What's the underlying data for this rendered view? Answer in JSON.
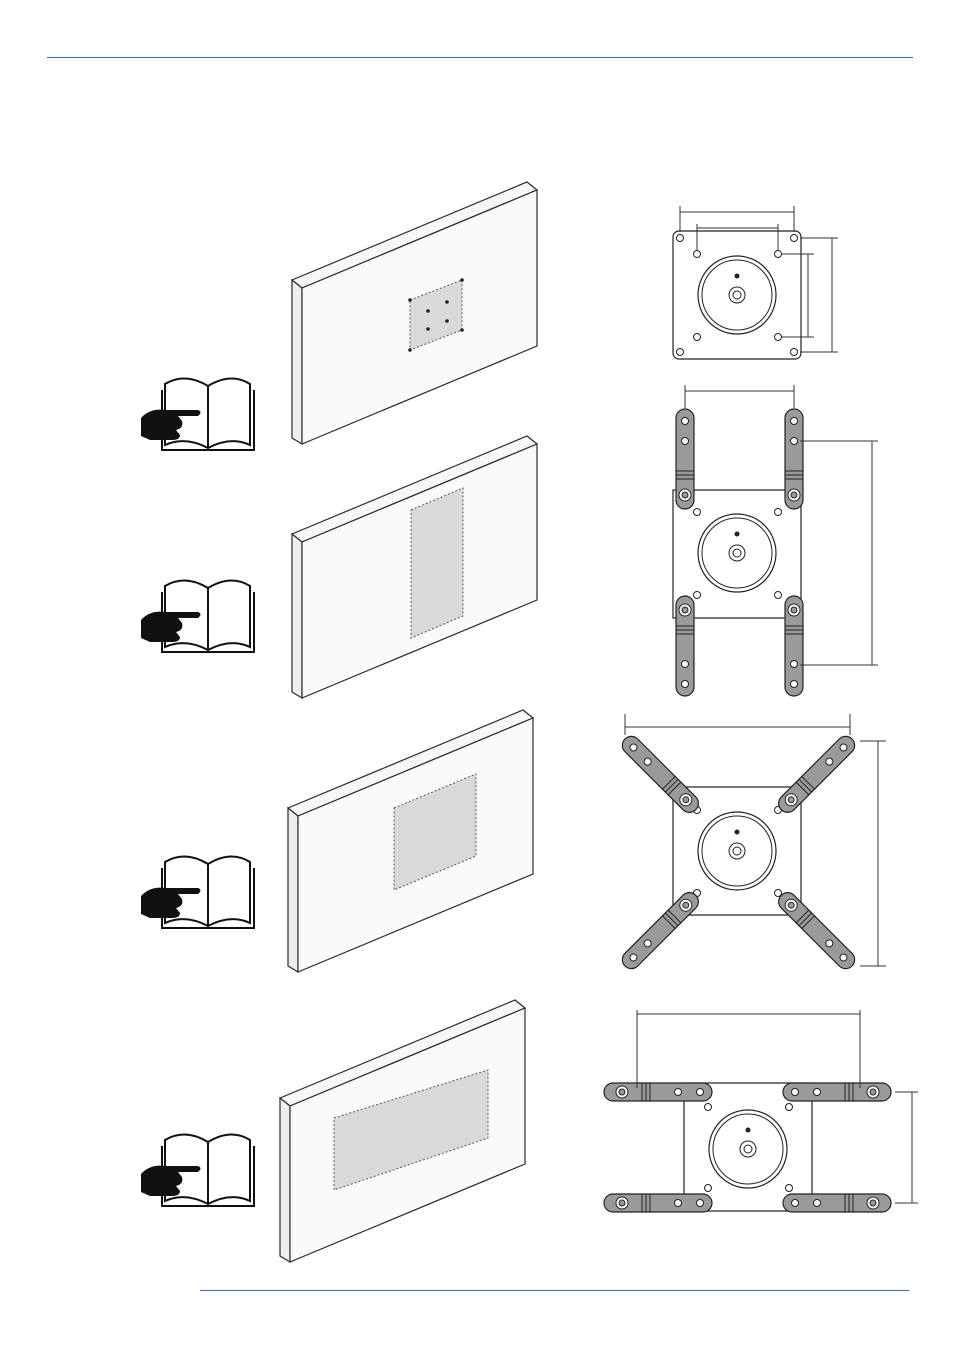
{
  "page": {
    "rule_color": "#3b6aa3",
    "bg": "#ffffff"
  },
  "colors": {
    "panel_fill": "#f7f7f7",
    "panel_edge": "#2a2a2a",
    "pattern_fill": "#d9d9d9",
    "arm_fill": "#9a9a9a",
    "dimension_line": "#333333"
  },
  "icons": [
    "open-manual-with-pointing-hand-icon"
  ],
  "rows": [
    {
      "name": "row-1",
      "mount": "plate",
      "arms": "none"
    },
    {
      "name": "row-2",
      "mount": "plate",
      "arms": "vertical"
    },
    {
      "name": "row-3",
      "mount": "plate",
      "arms": "diagonal"
    },
    {
      "name": "row-4",
      "mount": "plate",
      "arms": "horizontal"
    }
  ]
}
